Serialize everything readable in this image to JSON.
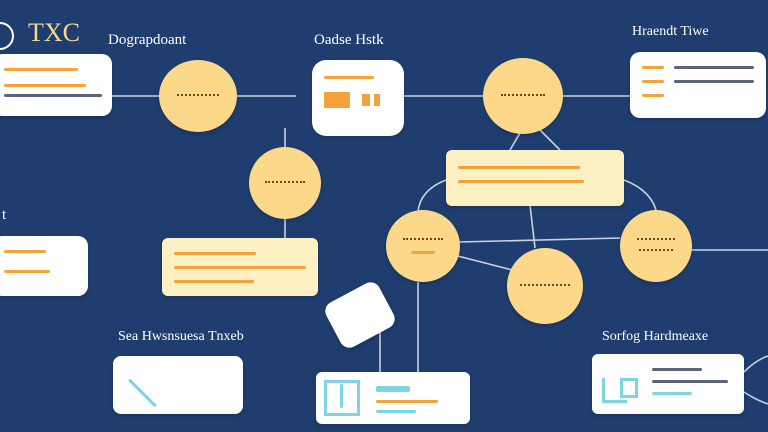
{
  "labels": {
    "logo": "TXC",
    "top_left": "Dograpdoant",
    "top_center": "Oadse Hstk",
    "top_right": "Hraendt Tiwe",
    "mid_left": "t",
    "bottom_left": "Sea Hwsnsuesa Tnxeb",
    "bottom_right": "Sorfog Hardmeaxe"
  },
  "colors": {
    "background": "#1f3d6e",
    "card": "#ffffff",
    "cream_card": "#fdf0c2",
    "node": "#fcd98a",
    "accent": "#f4a33a",
    "teal": "#7fd3e4",
    "connector": "#c9d3e2"
  },
  "icons": {
    "logo_mark": "circle-logo-icon"
  }
}
